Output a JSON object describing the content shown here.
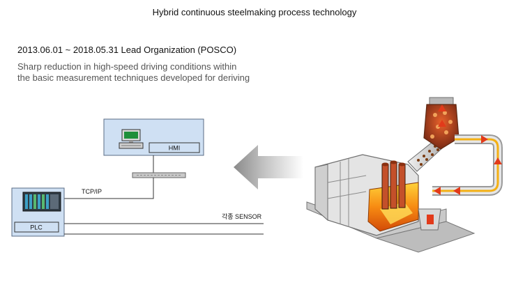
{
  "header": {
    "title": "Hybrid continuous steelmaking process technology"
  },
  "info": {
    "period": "2013.06.01 ~ 2018.05.31 Lead Organization (POSCO)",
    "description": [
      "Sharp reduction in high-speed driving conditions within",
      "the basic measurement techniques developed for deriving"
    ]
  },
  "diagram": {
    "hmi_label": "HMI",
    "plc_label": "PLC",
    "network_label": "TCP/IP",
    "sensor_label": "각종 SENSOR"
  },
  "colors": {
    "box_fill": "#cfe0f3",
    "box_stroke": "#5a6b84",
    "arrow": "#9a9a9a",
    "furnace_fire": "#f07a10",
    "furnace_body": "#e4e4e4"
  }
}
